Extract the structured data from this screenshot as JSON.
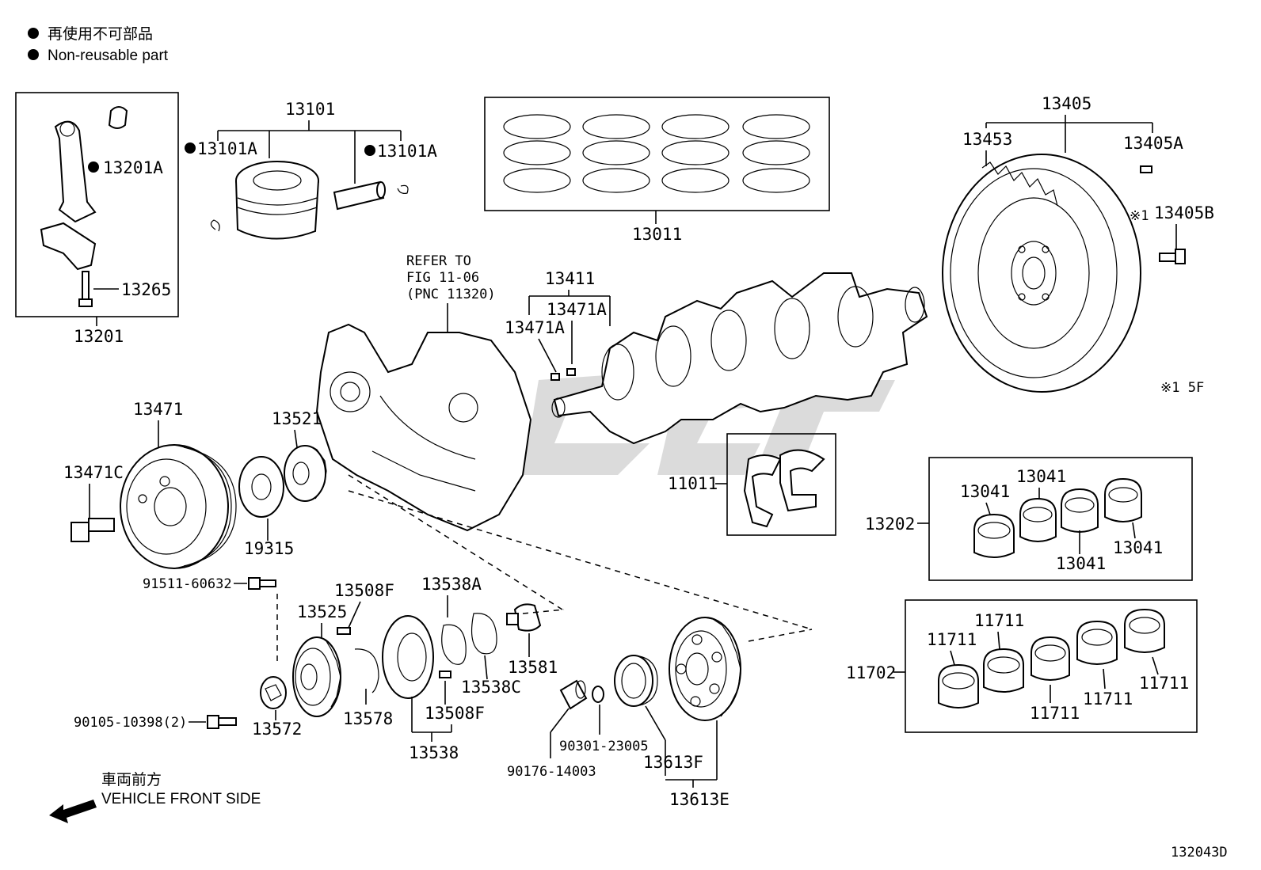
{
  "legend": {
    "jp": "再使用不可部品",
    "en": "Non-reusable part"
  },
  "direction": {
    "jp": "車両前方",
    "en": "VEHICLE FRONT SIDE"
  },
  "refer": {
    "line1": "REFER TO",
    "line2": "FIG 11-06",
    "line3": "(PNC 11320)"
  },
  "figure_number": "132043D",
  "note_mark": "※1",
  "note_5f": "※1 5F",
  "parts": {
    "p13101": "13101",
    "p13101A_left": "13101A",
    "p13101A_right": "13101A",
    "p13201A": "13201A",
    "p13265": "13265",
    "p13201": "13201",
    "p13011": "13011",
    "p13405": "13405",
    "p13453": "13453",
    "p13405A": "13405A",
    "p13405B": "13405B",
    "p13411": "13411",
    "p13471A_a": "13471A",
    "p13471A_b": "13471A",
    "p13471": "13471",
    "p13471C": "13471C",
    "p13521": "13521",
    "p19315": "19315",
    "p91511": "91511-60632",
    "p11011": "11011",
    "p13202": "13202",
    "p13041_1": "13041",
    "p13041_2": "13041",
    "p13041_3": "13041",
    "p13041_4": "13041",
    "p13525": "13525",
    "p13508F_a": "13508F",
    "p13538A": "13538A",
    "p13581": "13581",
    "p13538C": "13538C",
    "p13508F_b": "13508F",
    "p13578": "13578",
    "p13572": "13572",
    "p13538": "13538",
    "p90105": "90105-10398(2)",
    "p90301": "90301-23005",
    "p90176": "90176-14003",
    "p13613F": "13613F",
    "p13613E": "13613E",
    "p11702": "11702",
    "p11711_1": "11711",
    "p11711_2": "11711",
    "p11711_3": "11711",
    "p11711_4": "11711",
    "p11711_5": "11711"
  }
}
